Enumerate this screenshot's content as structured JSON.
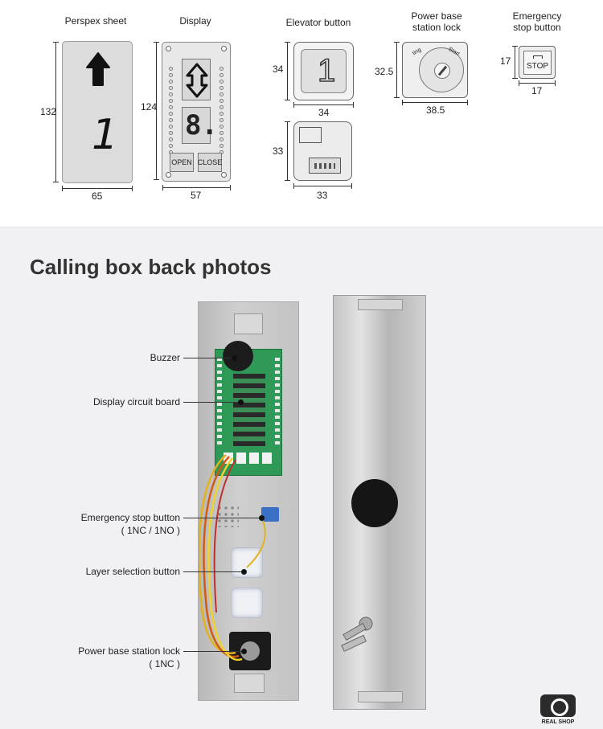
{
  "spec_panel": {
    "perspex": {
      "caption": "Perspex sheet",
      "height": "132",
      "width": "65",
      "arrow_icon": "up-arrow-icon",
      "digit": "1"
    },
    "display": {
      "caption": "Display",
      "height": "124",
      "width": "57",
      "digit": "8.",
      "open_label": "OPEN",
      "close_label": "CLOSE",
      "arrow_icon": "up-down-arrow-icon"
    },
    "elevator_button": {
      "caption": "Elevator button",
      "height": "34",
      "width": "34",
      "digit": "1",
      "back_height": "33",
      "back_width": "33"
    },
    "lock": {
      "caption": "Power base\nstation lock",
      "height": "32.5",
      "width": "38.5",
      "label_left": "ting",
      "label_right": "Start"
    },
    "stop": {
      "caption": "Emergency\nstop button",
      "height": "17",
      "width": "17",
      "label": "STOP"
    }
  },
  "photos": {
    "title": "Calling box back photos",
    "labels": [
      {
        "text": "Buzzer"
      },
      {
        "text": "Display circuit board"
      },
      {
        "text": "Emergency stop button\n( 1NC / 1NO )"
      },
      {
        "text": "Layer selection button"
      },
      {
        "text": "Power base station lock\n( 1NC )"
      }
    ]
  },
  "badge": {
    "text": "REAL SHOP",
    "icon": "camera-icon"
  }
}
